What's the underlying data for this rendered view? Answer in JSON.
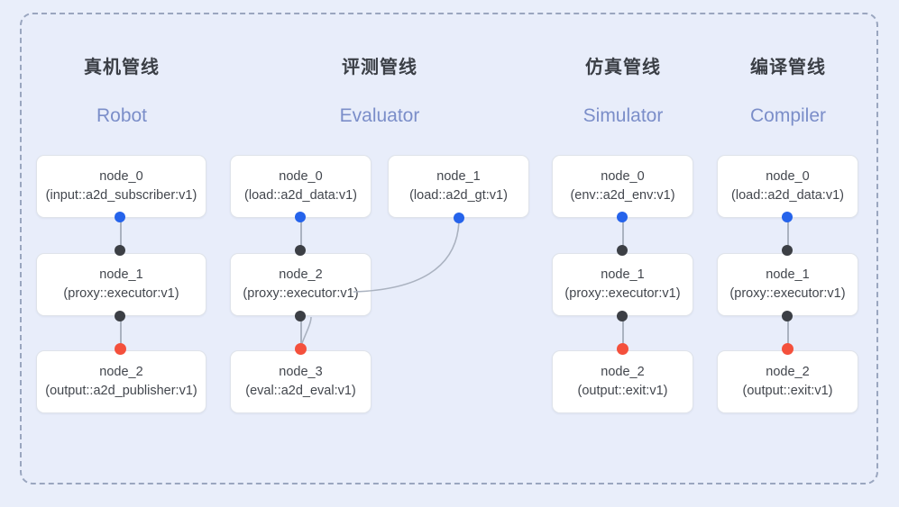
{
  "panel": {
    "border_style": "dashed",
    "border_color": "#9aa6bf",
    "background": "#e8edfa"
  },
  "theme": {
    "page_background": "#e9eefa",
    "node_background": "#ffffff",
    "node_border": "#dfe3ea",
    "title_color": "#3b3f46",
    "subtitle_color": "#7b8ec9",
    "edge_color": "#aab2c0",
    "port_input": "#2563eb",
    "port_mid": "#3c3f45",
    "port_output": "#f4503c"
  },
  "columns": [
    {
      "id": "robot",
      "title": "真机管线",
      "subtitle": "Robot",
      "nodes": [
        {
          "id": "node_0",
          "spec": "(input::a2d_subscriber:v1)"
        },
        {
          "id": "node_1",
          "spec": "(proxy::executor:v1)"
        },
        {
          "id": "node_2",
          "spec": "(output::a2d_publisher:v1)"
        }
      ]
    },
    {
      "id": "evaluator",
      "title": "评测管线",
      "subtitle": "Evaluator",
      "nodes": [
        {
          "id": "node_0",
          "spec": "(load::a2d_data:v1)"
        },
        {
          "id": "node_1",
          "spec": "(load::a2d_gt:v1)"
        },
        {
          "id": "node_2",
          "spec": "(proxy::executor:v1)"
        },
        {
          "id": "node_3",
          "spec": "(eval::a2d_eval:v1)"
        }
      ]
    },
    {
      "id": "simulator",
      "title": "仿真管线",
      "subtitle": "Simulator",
      "nodes": [
        {
          "id": "node_0",
          "spec": "(env::a2d_env:v1)"
        },
        {
          "id": "node_1",
          "spec": "(proxy::executor:v1)"
        },
        {
          "id": "node_2",
          "spec": "(output::exit:v1)"
        }
      ]
    },
    {
      "id": "compiler",
      "title": "编译管线",
      "subtitle": "Compiler",
      "nodes": [
        {
          "id": "node_0",
          "spec": "(load::a2d_data:v1)"
        },
        {
          "id": "node_1",
          "spec": "(proxy::executor:v1)"
        },
        {
          "id": "node_2",
          "spec": "(output::exit:v1)"
        }
      ]
    }
  ]
}
